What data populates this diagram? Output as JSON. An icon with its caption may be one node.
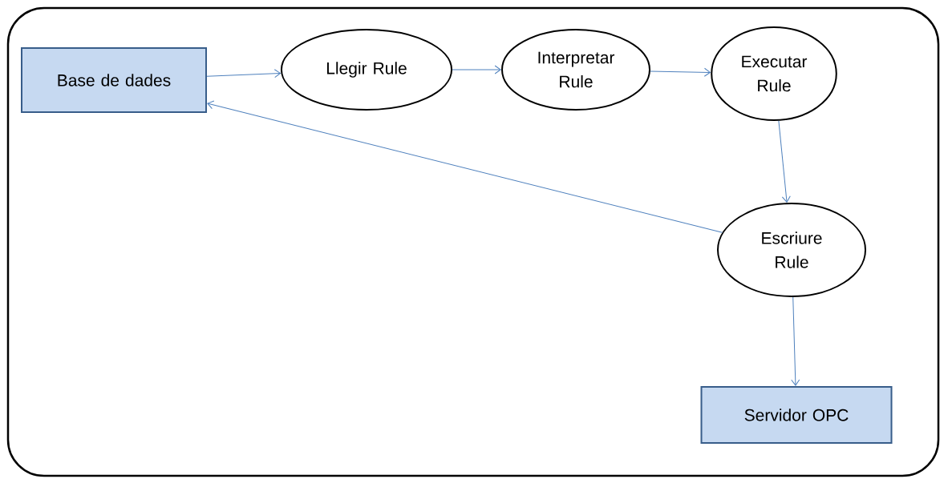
{
  "diagram": {
    "nodes": [
      {
        "text": [
          "Base de dades"
        ]
      },
      {
        "text": [
          "Llegir Rule"
        ]
      },
      {
        "text": [
          "Interpretar Rule"
        ]
      },
      {
        "text": [
          "Executar Rule"
        ]
      },
      {
        "text": [
          "Escriure Rule"
        ]
      },
      {
        "text": [
          "Servidor OPC"
        ]
      }
    ],
    "edges": [
      {
        "from": 0,
        "to": 1,
        "arrow": "to"
      },
      {
        "from": 1,
        "to": 2,
        "arrow": "to"
      },
      {
        "from": 2,
        "to": 3,
        "arrow": "to"
      },
      {
        "from": 3,
        "to": 4,
        "arrow": "to"
      },
      {
        "from": 4,
        "to": 0,
        "arrow": "to"
      },
      {
        "from": 4,
        "to": 5,
        "arrow": "to"
      }
    ]
  }
}
